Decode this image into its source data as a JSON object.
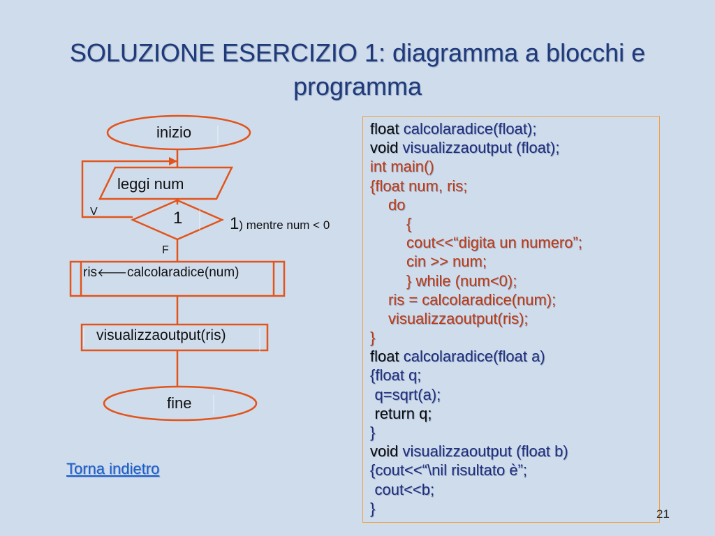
{
  "title": {
    "line1": "SOLUZIONE ESERCIZIO 1: diagramma a blocchi e",
    "line2": "programma"
  },
  "flowchart": {
    "start": "inizio",
    "input": "leggi num",
    "decision": "1",
    "decision_note_num": "1",
    "decision_note_text": ") mentre num < 0",
    "true_label": "V",
    "false_label": "F",
    "process_prefix": "ris",
    "process_arrow": "🡐",
    "process_call": "calcolaradice(num)",
    "output": "visualizzaoutput(ris)",
    "end": "fine"
  },
  "code": {
    "lines": [
      {
        "parts": [
          {
            "t": "float ",
            "c": "kw"
          },
          {
            "t": "calcolaradice(float);",
            "c": "id"
          }
        ]
      },
      {
        "parts": [
          {
            "t": "void ",
            "c": "kw"
          },
          {
            "t": "visualizzaoutput (float);",
            "c": "id"
          }
        ]
      },
      {
        "parts": [
          {
            "t": "int main()",
            "c": "red"
          }
        ]
      },
      {
        "parts": [
          {
            "t": "{float num, ris;",
            "c": "red"
          }
        ]
      },
      {
        "indent": 1,
        "parts": [
          {
            "t": "do",
            "c": "red"
          }
        ]
      },
      {
        "indent": 2,
        "parts": [
          {
            "t": "{",
            "c": "red"
          }
        ]
      },
      {
        "indent": 2,
        "parts": [
          {
            "t": "cout<<“digita un numero”;",
            "c": "red"
          }
        ]
      },
      {
        "indent": 2,
        "parts": [
          {
            "t": "cin >> num;",
            "c": "red"
          }
        ]
      },
      {
        "indent": 2,
        "parts": [
          {
            "t": "} while (num<0);",
            "c": "red"
          }
        ]
      },
      {
        "indent": 1,
        "parts": [
          {
            "t": "ris = calcolaradice(num);",
            "c": "red"
          }
        ]
      },
      {
        "indent": 1,
        "parts": [
          {
            "t": "visualizzaoutput(ris);",
            "c": "red"
          }
        ]
      },
      {
        "parts": [
          {
            "t": "}",
            "c": "red"
          }
        ]
      },
      {
        "parts": [
          {
            "t": "float ",
            "c": "kw"
          },
          {
            "t": "calcolaradice(float a)",
            "c": "id"
          }
        ]
      },
      {
        "parts": [
          {
            "t": "{float q;",
            "c": "id"
          }
        ]
      },
      {
        "indent": 0.25,
        "parts": [
          {
            "t": "q=sqrt(a);",
            "c": "id"
          }
        ]
      },
      {
        "indent": 0.25,
        "parts": [
          {
            "t": "return q;",
            "c": "kw"
          }
        ]
      },
      {
        "parts": [
          {
            "t": "}",
            "c": "id"
          }
        ]
      },
      {
        "parts": [
          {
            "t": "void ",
            "c": "kw"
          },
          {
            "t": "visualizzaoutput (float b)",
            "c": "id"
          }
        ]
      },
      {
        "parts": [
          {
            "t": "{cout<<“\\nil risultato è”;",
            "c": "id"
          }
        ]
      },
      {
        "indent": 0.25,
        "parts": [
          {
            "t": "cout<<b;",
            "c": "id"
          }
        ]
      },
      {
        "parts": [
          {
            "t": "}",
            "c": "id"
          }
        ]
      }
    ]
  },
  "link": {
    "back": "Torna indietro"
  },
  "page_number": "21",
  "colors": {
    "shape_stroke": "#e2541a",
    "code_red": "#c0390f",
    "title": "#1f3a7a",
    "code_border": "#f0a040"
  }
}
